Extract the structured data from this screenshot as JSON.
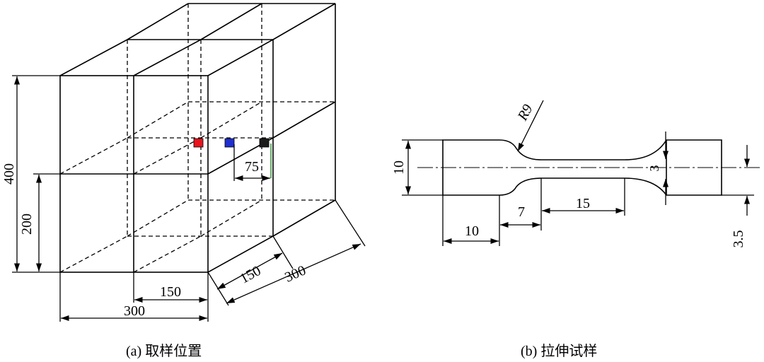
{
  "figure": {
    "captions": {
      "a": "(a) 取样位置",
      "b": "(b) 拉伸试样"
    },
    "block": {
      "dims": {
        "height_total": "400",
        "height_half": "200",
        "width_full": "300",
        "width_half": "150",
        "depth_half": "150",
        "depth_full": "300",
        "sample_spacing": "75"
      },
      "sample_colors": {
        "red": "#e8141e",
        "blue": "#1f2fd0",
        "black": "#1c1c1c"
      },
      "marker_color": "#2a8a2a"
    },
    "specimen": {
      "dims": {
        "radius": "R9",
        "grip_height": "10",
        "gauge_thickness": "3",
        "transition": "7",
        "gauge_length": "15",
        "grip_length": "10",
        "offset": "3.5"
      }
    }
  }
}
